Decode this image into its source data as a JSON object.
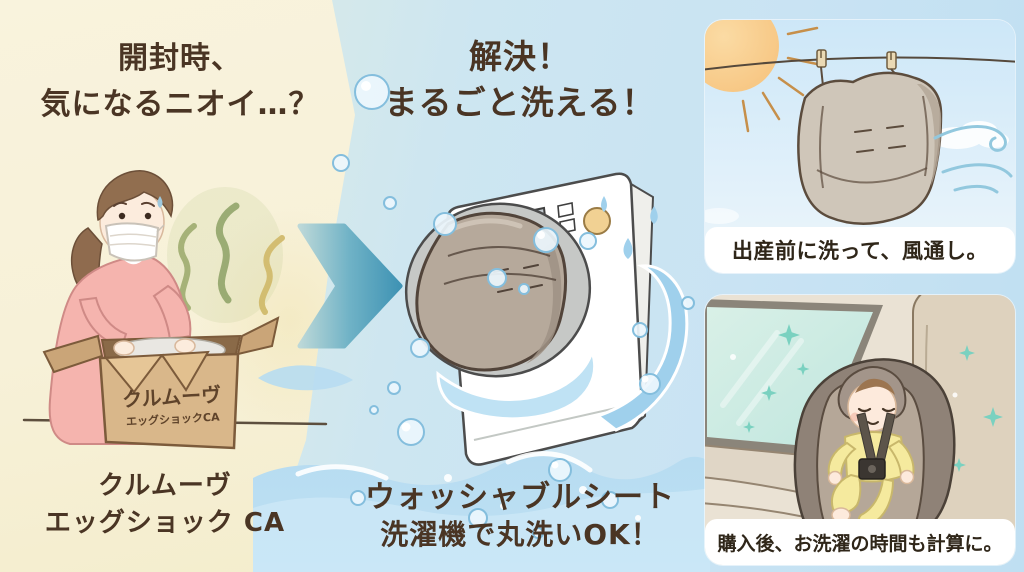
{
  "left": {
    "headline": [
      "開封時、",
      "気になるニオイ…？"
    ],
    "product_name": [
      "クルムーヴ",
      "エッグショック CA"
    ],
    "box_label": [
      "クルムーヴ",
      "エッグショックCA"
    ]
  },
  "center": {
    "headline": [
      "解決！",
      "まるごと洗える！"
    ],
    "caption": [
      "ウォッシャブルシート",
      "洗濯機で丸洗いOK！"
    ]
  },
  "right": {
    "top_panel": {
      "caption": "出産前に洗って、風通し。"
    },
    "bottom_panel": {
      "caption": "購入後、お洗濯の時間も計算に。"
    }
  },
  "colors": {
    "cream_bg": "#f7f1d8",
    "sky_blue_bg": "#c9e3f3",
    "headline_text": "#4a3524",
    "panel_caption_text": "#2f2619",
    "arrow_teal": "#4f9db9",
    "water_blue": "#aed6ee",
    "seat_taupe": "#b6a99b",
    "sun_orange": "#f6c987",
    "sweater_pink": "#f5b4ae",
    "box_tan": "#d9b78a",
    "smell_green": "#98a868",
    "sparkle_teal": "#7ad1c0"
  }
}
